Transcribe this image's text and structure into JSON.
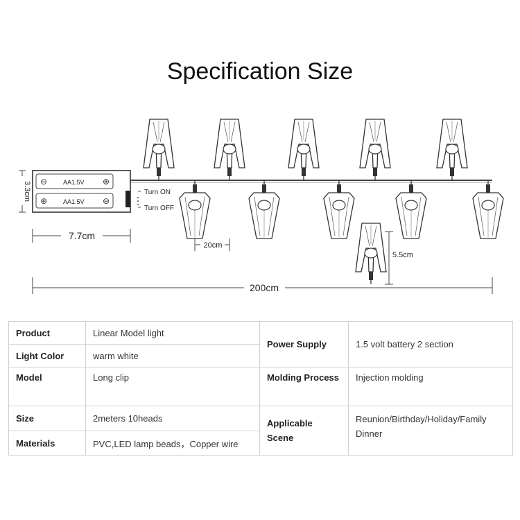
{
  "title": "Specification Size",
  "diagram": {
    "battery_labels": [
      "AA1.5V",
      "AA1.5V"
    ],
    "polarity": {
      "minus": "⊖",
      "plus": "⊕"
    },
    "switch_on": "Turn ON",
    "switch_off": "Turn OFF",
    "dimensions": {
      "height": "3.3cm",
      "width": "7.7cm",
      "spacing": "20cm",
      "clip_height": "5.5cm",
      "total_length": "200cm"
    }
  },
  "specs": {
    "product_label": "Product",
    "product_value": "Linear Model light",
    "light_color_label": "Light Color",
    "light_color_value": "warm white",
    "model_label": "Model",
    "model_value": "Long clip",
    "size_label": "Size",
    "size_value": "2meters 10heads",
    "materials_label": "Materials",
    "materials_value": "PVC,LED lamp beads，Copper wire",
    "power_supply_label": "Power Supply",
    "power_supply_value": "1.5 volt battery 2 section",
    "molding_label": "Molding Process",
    "molding_value": "Injection molding",
    "scene_label": "Applicable Scene",
    "scene_value": "Reunion/Birthday/Holiday/Family Dinner"
  }
}
